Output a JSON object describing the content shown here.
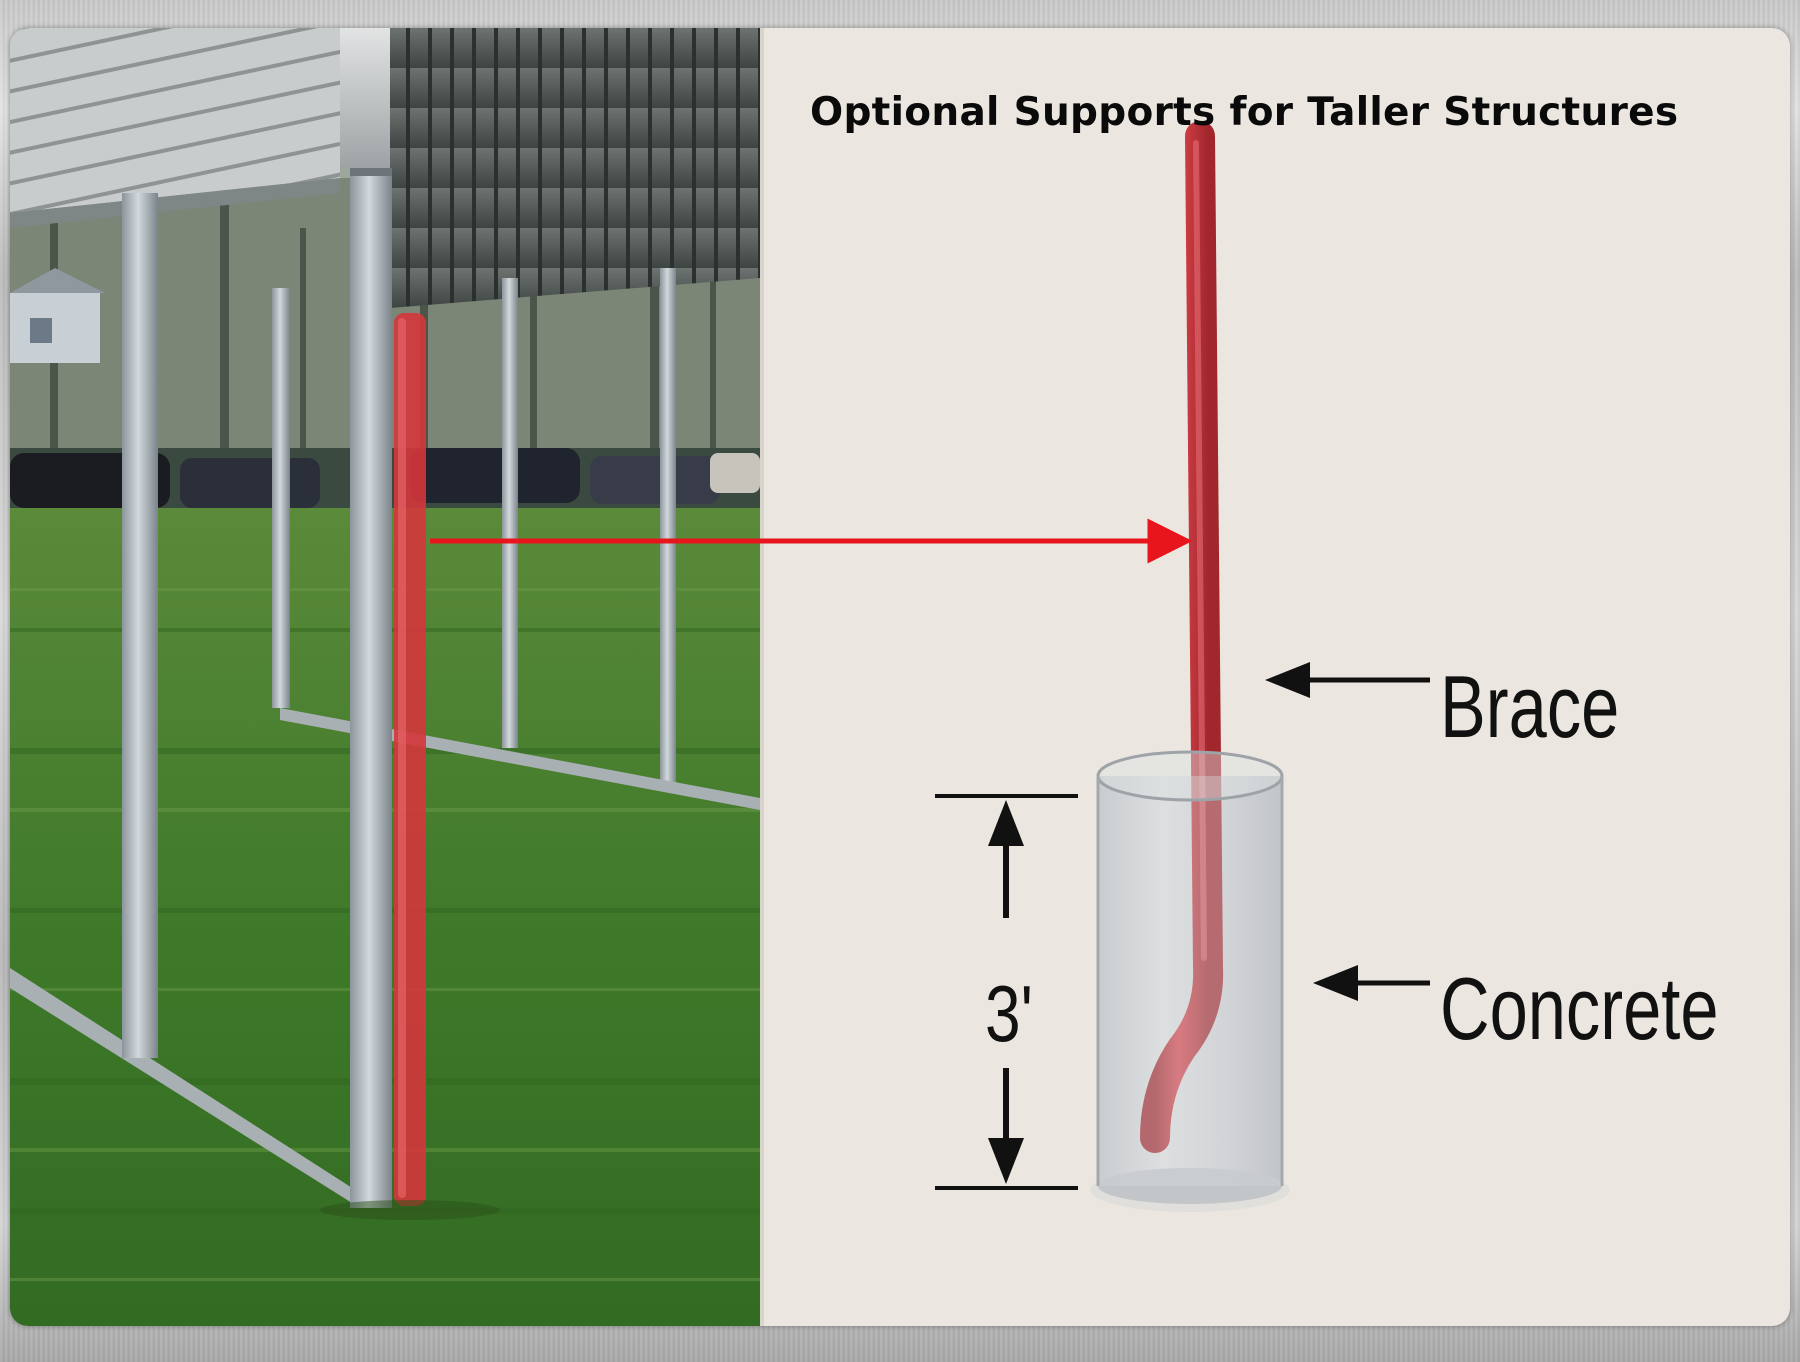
{
  "title": "Optional Supports for Taller Structures",
  "labels": {
    "brace": "Brace",
    "concrete": "Concrete",
    "depth": "3'"
  },
  "colors": {
    "brace_red": "#c8363c",
    "arrow_red": "#e8161c",
    "background": "#ebe7e0"
  }
}
